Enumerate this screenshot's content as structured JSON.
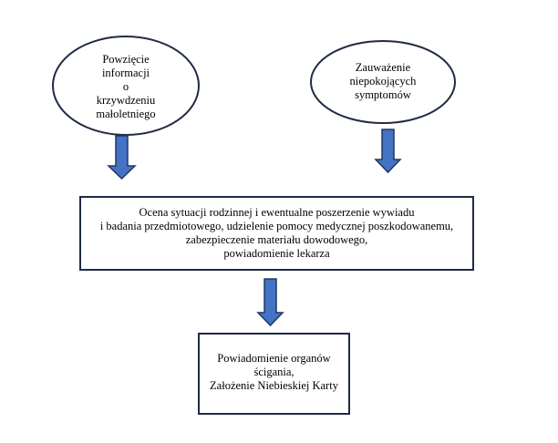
{
  "colors": {
    "arrow_fill": "#4472c4",
    "arrow_stroke": "#1f3864",
    "border": "#1f2a44"
  },
  "nodes": {
    "start_left": {
      "lines": [
        "Powzięcie",
        "informacji",
        "o",
        "krzywdzeniu",
        "małoletniego"
      ]
    },
    "start_right": {
      "lines": [
        "Zauważenie",
        "niepokojących",
        "symptomów"
      ]
    },
    "assessment": {
      "lines": [
        "Ocena sytuacji rodzinnej i ewentualne poszerzenie wywiadu",
        "i badania przedmiotowego, udzielenie pomocy medycznej poszkodowanemu,",
        "zabezpieczenie materiału dowodowego,",
        "powiadomienie lekarza"
      ]
    },
    "final": {
      "lines": [
        "Powiadomienie organów",
        "ścigania,",
        "Założenie Niebieskiej Karty"
      ]
    }
  }
}
